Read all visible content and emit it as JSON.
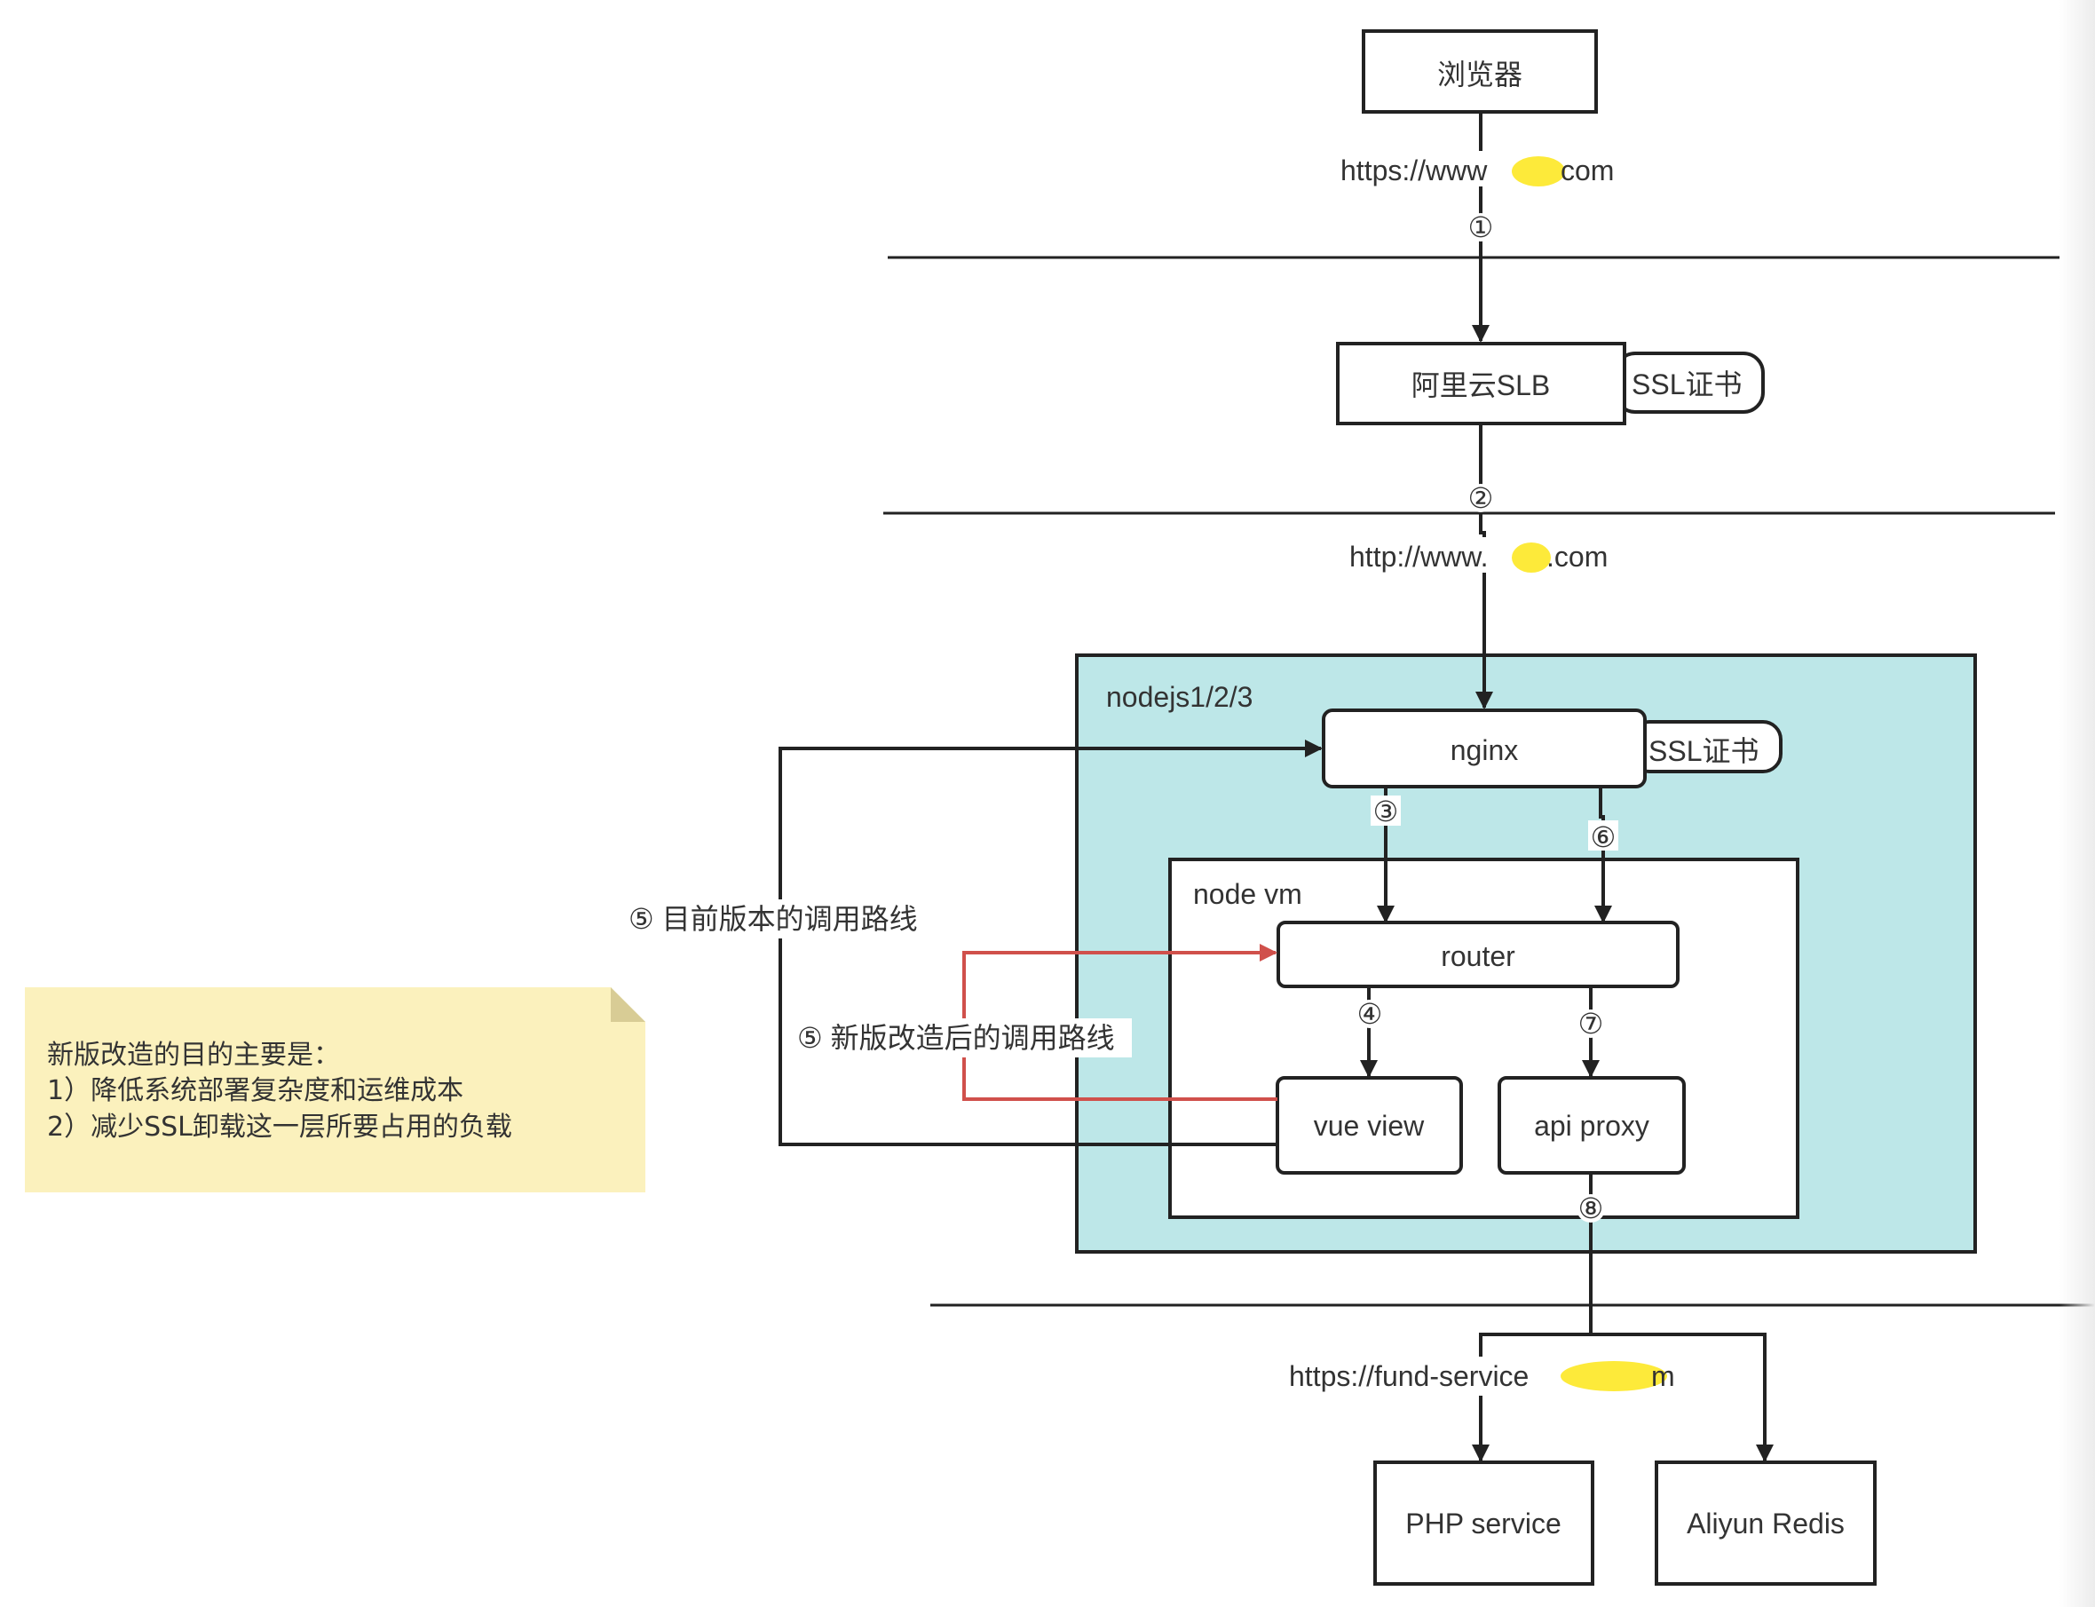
{
  "nodes": {
    "browser": "浏览器",
    "slb": "阿里云SLB",
    "slb_ssl": "SSL证书",
    "nginx": "nginx",
    "nginx_ssl": "SSL证书",
    "router": "router",
    "vue_view": "vue view",
    "api_proxy": "api proxy",
    "php_service": "PHP service",
    "redis": "Aliyun Redis"
  },
  "containers": {
    "nodejs": "nodejs1/2/3",
    "node_vm": "node vm"
  },
  "urls": {
    "https_www_prefix": "https://www",
    "https_www_suffix": "com",
    "http_www_prefix": "http://www.",
    "http_www_suffix": ".com",
    "fund_prefix": "https://fund-service",
    "fund_suffix": "m"
  },
  "steps": [
    "①",
    "②",
    "③",
    "④",
    "⑤",
    "⑥",
    "⑦",
    "⑧"
  ],
  "labels": {
    "current_route": "⑤ 目前版本的调用路线",
    "new_route": "⑤ 新版改造后的调用路线"
  },
  "note": {
    "line1": "新版改造的目的主要是：",
    "line2": "1）降低系统部署复杂度和运维成本",
    "line3": "2）减少SSL卸载这一层所要占用的负载"
  },
  "colors": {
    "line": "#222222",
    "container_fill": "#bde7e8",
    "new_route": "#d0504b",
    "note_fill": "#fbf1bd",
    "redaction": "#fdea3a"
  }
}
